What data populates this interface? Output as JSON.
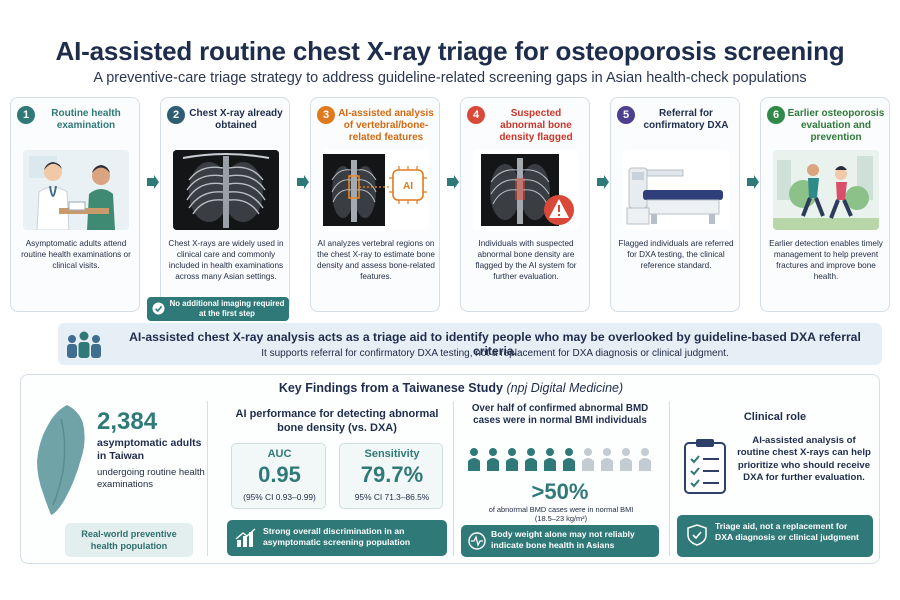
{
  "header": {
    "title": "AI-assisted routine chest X-ray triage for osteoporosis screening",
    "subtitle": "A preventive-care triage strategy to address guideline-related screening gaps in Asian health-check populations"
  },
  "steps": [
    {
      "num": "1",
      "title": "Routine health examination",
      "desc": "Asymptomatic adults attend routine health examinations or clinical visits.",
      "color": "#2f7a78"
    },
    {
      "num": "2",
      "title": "Chest X-ray already obtained",
      "desc": "Chest X-rays are widely used in clinical care and commonly included in health examinations across many Asian settings.",
      "color": "#2e5d73"
    },
    {
      "num": "3",
      "title": "AI-assisted analysis of vertebral/bone-related features",
      "desc": "AI analyzes vertebral regions on the chest X-ray to estimate bone density and assess bone-related features.",
      "color": "#e07a1f"
    },
    {
      "num": "4",
      "title": "Suspected abnormal bone density flagged",
      "desc": "Individuals with suspected abnormal bone density are flagged by the AI system for further evaluation.",
      "color": "#d9493a"
    },
    {
      "num": "5",
      "title": "Referral for confirmatory DXA",
      "desc": "Flagged individuals are referred for DXA testing, the clinical reference standard.",
      "color": "#4e3f8f"
    },
    {
      "num": "6",
      "title": "Earlier osteoporosis evaluation and prevention",
      "desc": "Earlier detection enables timely management to help prevent fractures and improve bone health.",
      "color": "#2f8a4a"
    }
  ],
  "ai_chip_label": "AI",
  "step2_note": "No additional imaging required at the first step",
  "banner": {
    "main": "AI-assisted chest X-ray analysis acts as a triage aid to identify people who may be overlooked by guideline-based DXA referral criteria.",
    "sub": "It supports referral for confirmatory DXA testing, not a replacement for DXA diagnosis or clinical judgment."
  },
  "findings": {
    "title": "Key Findings from a Taiwanese Study",
    "source": "(npj Digital Medicine)",
    "population": {
      "count": "2,384",
      "label": "asymptomatic adults in Taiwan",
      "detail": "undergoing routine health examinations",
      "tag": "Real-world preventive health population"
    },
    "performance": {
      "heading": "AI performance for detecting abnormal bone density (vs. DXA)",
      "auc_label": "AUC",
      "auc_value": "0.95",
      "auc_ci": "(95% CI 0.93–0.99)",
      "sens_label": "Sensitivity",
      "sens_value": "79.7%",
      "sens_ci": "95% CI 71.3–86.5%",
      "note": "Strong overall discrimination in an asymptomatic screening population"
    },
    "bmi": {
      "heading": "Over half of confirmed abnormal BMD cases were in normal BMI individuals",
      "stat": ">50%",
      "stat_label": "of abnormal BMD cases were in normal BMI (18.5–23 kg/m²)",
      "note": "Body weight alone may not reliably indicate bone health in Asians",
      "highlighted_people": 6,
      "total_people": 10
    },
    "role": {
      "heading": "Clinical role",
      "text": "AI-assisted analysis of routine chest X-rays can help prioritize who should receive DXA for further evaluation.",
      "note": "Triage aid, not a replacement for DXA diagnosis or clinical judgment"
    }
  }
}
